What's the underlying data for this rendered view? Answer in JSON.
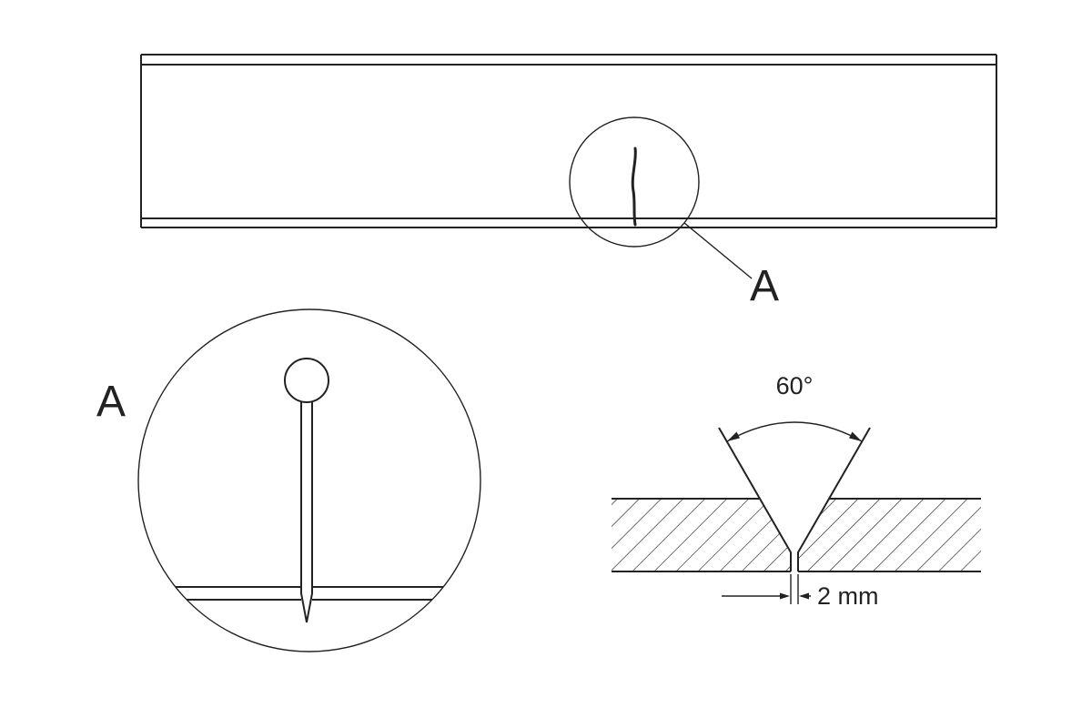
{
  "drawing": {
    "type": "technical-drawing-crack-repair-weld-preparation",
    "colors": {
      "line": "#222222",
      "background": "#ffffff"
    },
    "labels": {
      "callout": "A",
      "detail": "A",
      "angle": "60°",
      "gap": "2 mm"
    }
  }
}
